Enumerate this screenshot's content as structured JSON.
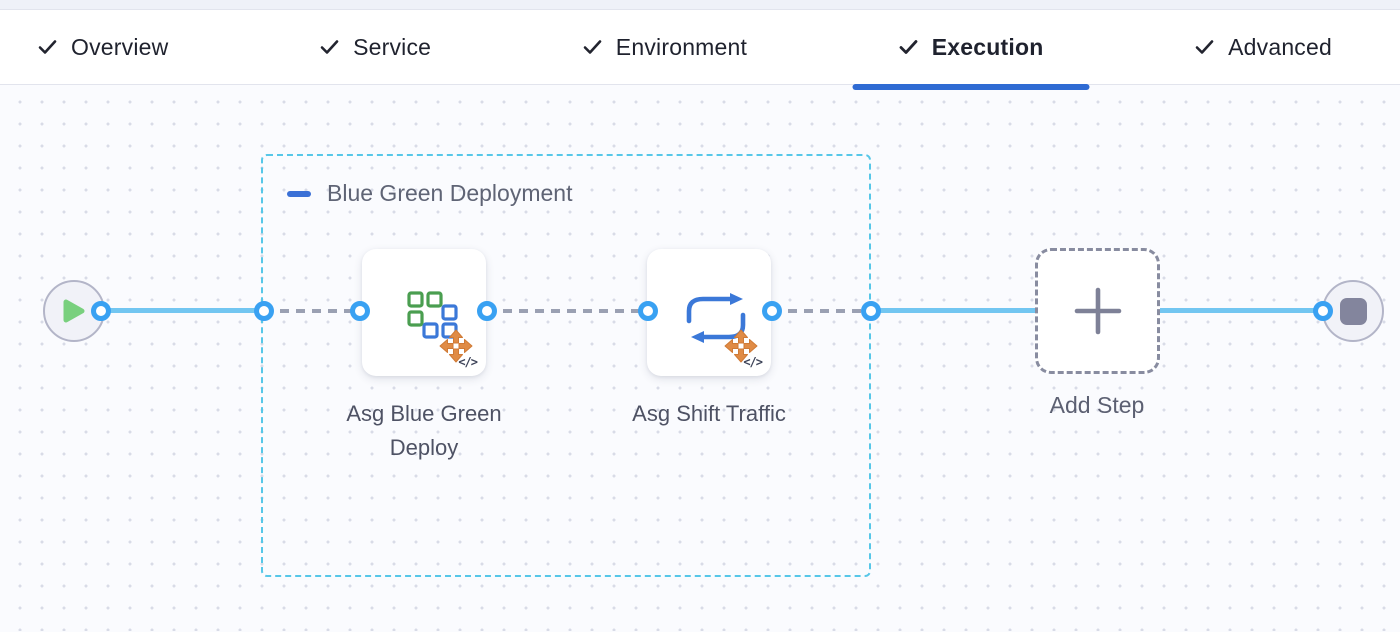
{
  "tabs": [
    {
      "label": "Overview",
      "completed": true,
      "active": false
    },
    {
      "label": "Service",
      "completed": true,
      "active": false
    },
    {
      "label": "Environment",
      "completed": true,
      "active": false
    },
    {
      "label": "Execution",
      "completed": true,
      "active": true
    },
    {
      "label": "Advanced",
      "completed": true,
      "active": false
    }
  ],
  "canvas": {
    "group": {
      "label": "Blue Green Deployment",
      "collapse_icon": "minus-icon"
    },
    "start_node": {
      "icon": "play-icon"
    },
    "end_node": {
      "icon": "stop-icon"
    },
    "steps": [
      {
        "label": "Asg Blue Green Deploy",
        "icon": "asg-blue-green-deploy-icon",
        "badge": "</>"
      },
      {
        "label": "Asg Shift Traffic",
        "icon": "asg-shift-traffic-icon",
        "badge": "</>"
      }
    ],
    "add_step": {
      "label": "Add Step",
      "icon": "plus-icon"
    }
  },
  "colors": {
    "active_tab_underline": "#2f6bd3",
    "group_border": "#57c7e8",
    "edge_solid": "#72c6f1",
    "edge_dashed": "#9aa0b2",
    "connector_ring": "#39a1f2",
    "play": "#79d07e",
    "stop": "#83859d",
    "icon_green": "#4a9e50",
    "icon_blue": "#3b78d8",
    "icon_orange": "#e08b45"
  }
}
